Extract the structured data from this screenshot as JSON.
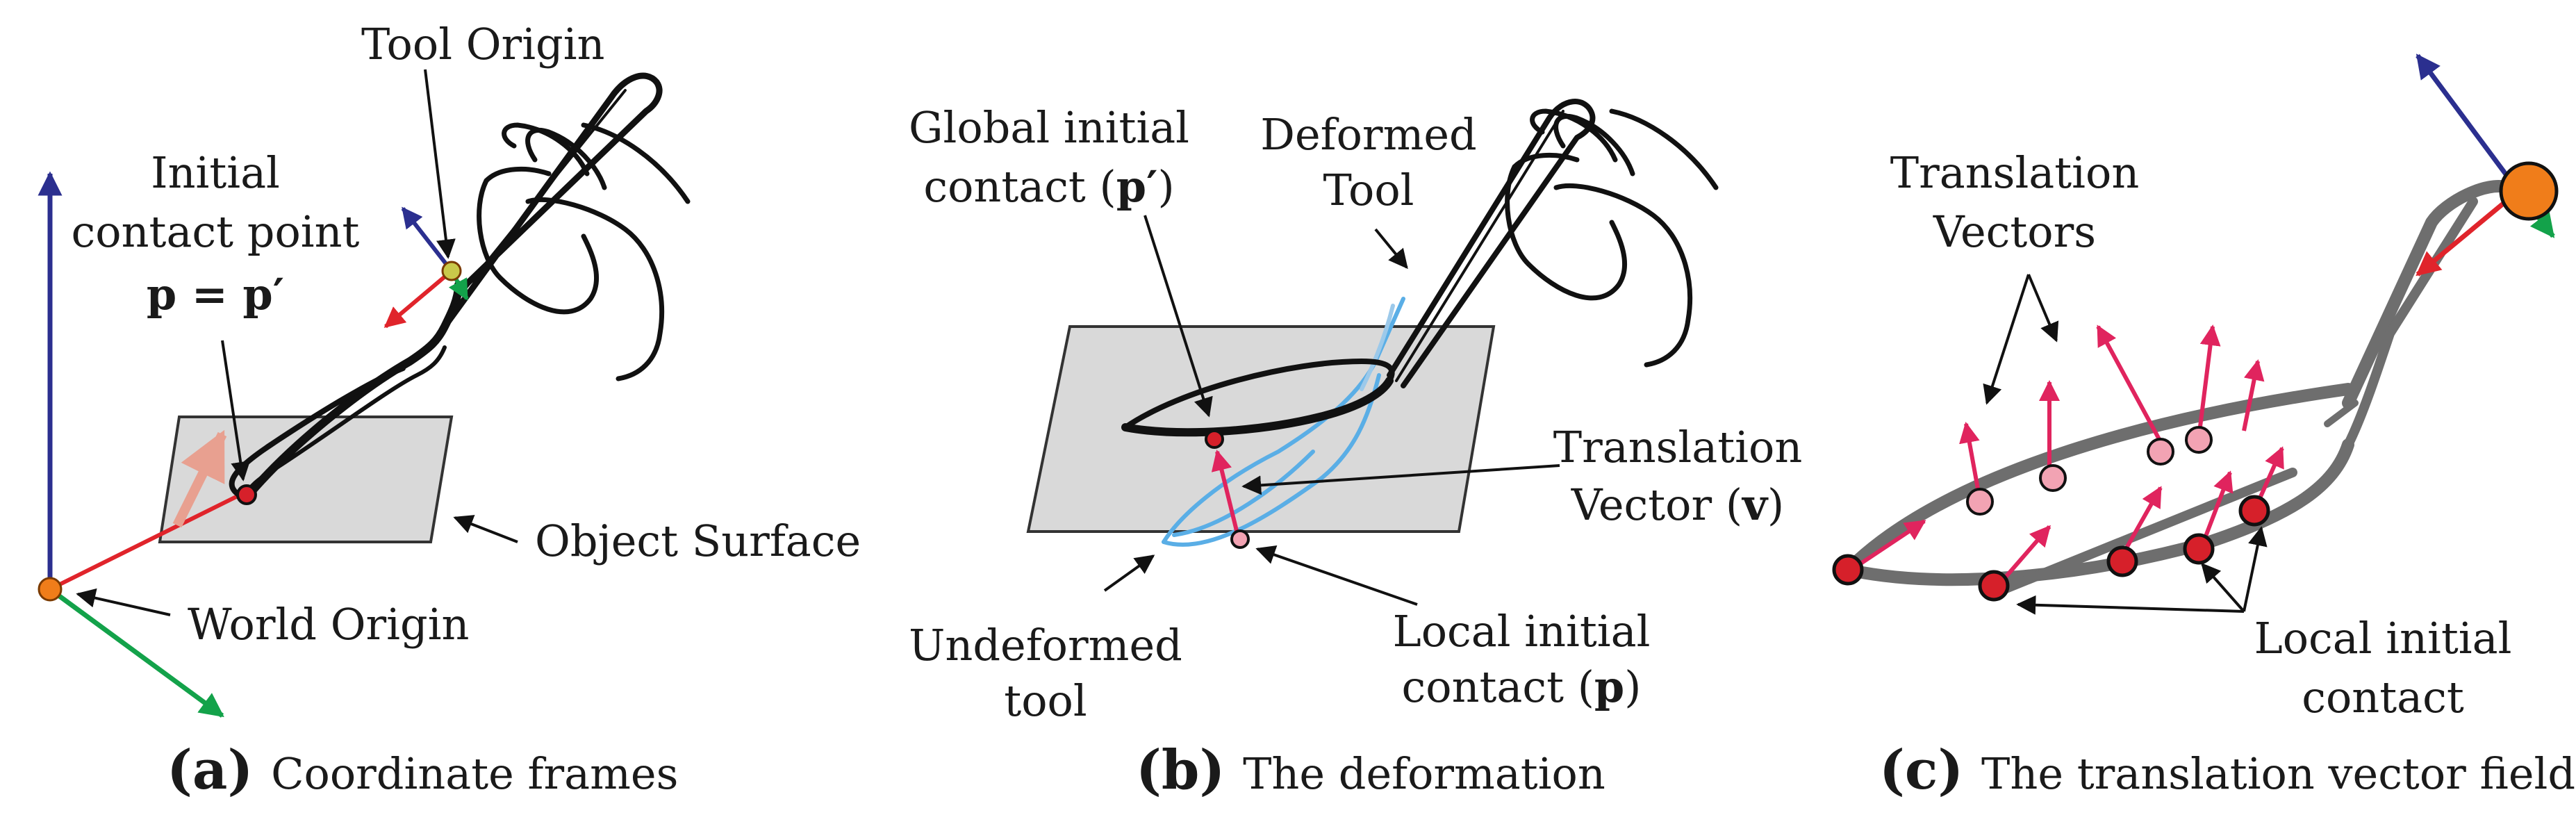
{
  "panel_a": {
    "caption_letter": "a",
    "caption": "Coordinate frames",
    "labels": {
      "tool_origin": "Tool Origin",
      "initial_line1": "Initial",
      "initial_line2": "contact point",
      "initial_eq": "p = p′",
      "object_surface": "Object Surface",
      "world_origin": "World Origin"
    }
  },
  "panel_b": {
    "caption_letter": "b",
    "caption": "The deformation",
    "labels": {
      "global_line1": "Global initial",
      "global_line2_text": "contact (",
      "global_symbol": "p′",
      "global_close": ")",
      "deformed_line1": "Deformed",
      "deformed_line2": "Tool",
      "translation_line1": "Translation",
      "translation_line2_text": "Vector (",
      "translation_symbol": "v",
      "translation_close": ")",
      "undeformed_line1": "Undeformed",
      "undeformed_line2": "tool",
      "local_line1": "Local initial",
      "local_line2_text": "contact (",
      "local_symbol": "p",
      "local_close": ")"
    }
  },
  "panel_c": {
    "caption_letter": "c",
    "caption": "The translation vector field",
    "labels": {
      "translation_line1": "Translation",
      "translation_line2": "Vectors",
      "local_line1": "Local initial",
      "local_line2": "contact"
    }
  },
  "colors": {
    "axis_blue": "#2b2f8f",
    "axis_red": "#e0242b",
    "axis_green": "#13a24a",
    "origin_orange": "#f07d1a",
    "contact_red": "#d6202a",
    "contact_pink": "#f2a3b3",
    "vector_pink": "#e0245e",
    "surface_gray": "#d9d9d9",
    "undeformed_blue": "#5aaee6",
    "tool_gray": "#6e6e6e"
  },
  "icons": [
    "hand-icon",
    "spoon-tool-icon",
    "surface-plane-icon",
    "origin-marker-icon"
  ]
}
